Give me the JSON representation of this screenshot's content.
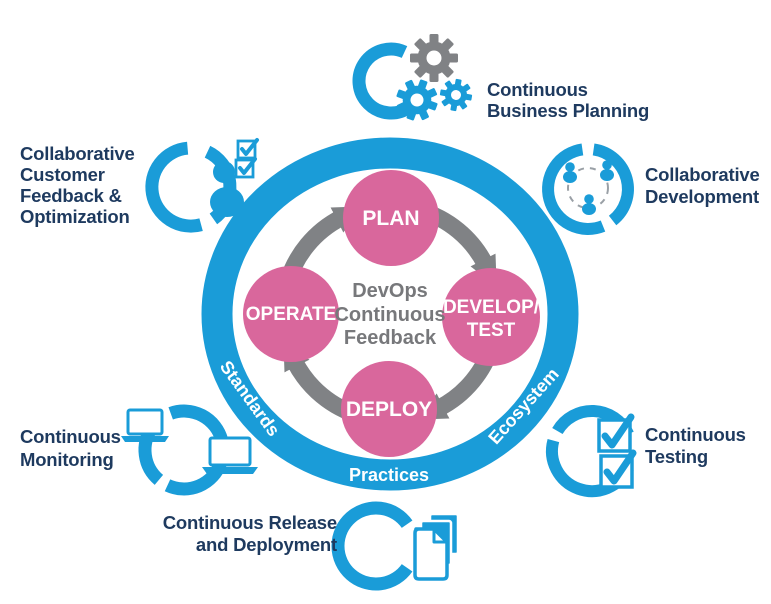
{
  "diagram": {
    "name": "DevOps Continuous Feedback lifecycle diagram",
    "colors": {
      "blue": "#1a9cd8",
      "pink": "#d9679c",
      "arrow_gray": "#808285",
      "gear_gray": "#808285",
      "center_text_gray": "#77787b",
      "label_navy": "#1e3a5f",
      "white": "#ffffff"
    },
    "center_circle": {
      "lines": [
        "DevOps",
        "Continuous",
        "Feedback"
      ]
    },
    "cycle_stages": {
      "plan": "PLAN",
      "develop_line1": "DEVELOP/",
      "develop_line2": "TEST",
      "deploy": "DEPLOY",
      "operate": "OPERATE"
    },
    "ring_labels": {
      "left": "Standards",
      "right": "Ecosystem",
      "bottom": "Practices"
    },
    "satellites": {
      "business_planning": {
        "icon": "gears-cycle-icon",
        "lines": [
          "Continuous",
          "Business Planning"
        ]
      },
      "collaborative_development": {
        "icon": "team-cycle-icon",
        "lines": [
          "Collaborative",
          "Development"
        ]
      },
      "continuous_testing": {
        "icon": "checklist-cycle-icon",
        "lines": [
          "Continuous",
          "Testing"
        ]
      },
      "release_deployment": {
        "icon": "documents-cycle-icon",
        "lines": [
          "Continuous Release",
          "and Deployment"
        ]
      },
      "continuous_monitoring": {
        "icon": "laptops-cycle-icon",
        "lines": [
          "Continuous",
          "Monitoring"
        ]
      },
      "customer_feedback": {
        "icon": "customer-checklist-cycle-icon",
        "lines": [
          "Collaborative",
          "Customer",
          "Feedback &",
          "Optimization"
        ]
      }
    }
  }
}
